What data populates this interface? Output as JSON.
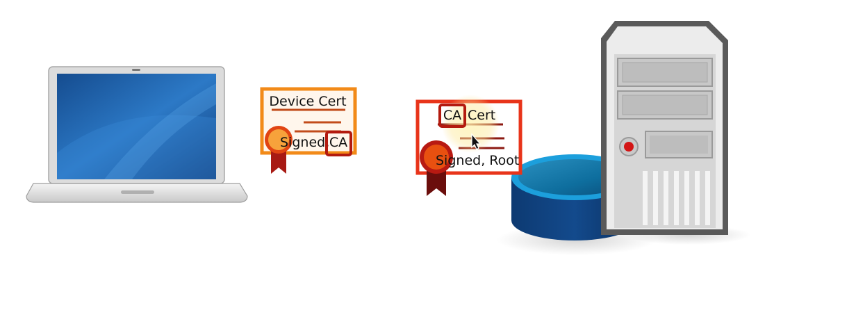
{
  "diagram": {
    "device_cert": {
      "title": "Device Cert",
      "signature_prefix": "Signed,",
      "signer": "CA"
    },
    "ca_cert": {
      "title_highlight": "CA",
      "title_rest": "Cert",
      "signature": "Signed, Root"
    }
  },
  "colors": {
    "device_cert_border": "#f28a18",
    "device_cert_fill": "#fff6ec",
    "ca_cert_border": "#e8341a",
    "ca_cert_fill": "#ffffff",
    "cert_lines": "#c24b1a",
    "highlight_box": "#b31a0f",
    "seal_orange": "#f0801e",
    "seal_red": "#e14412",
    "ribbon": "#a81a14",
    "ribbon_dark": "#6b0e0c",
    "laptop_screen": "#1d5ea6",
    "database_top": "#20a4dd",
    "database_body": "#0f3f7a",
    "server_body": "#e6e6e6",
    "server_outline": "#555555",
    "power_button": "#d31515"
  }
}
